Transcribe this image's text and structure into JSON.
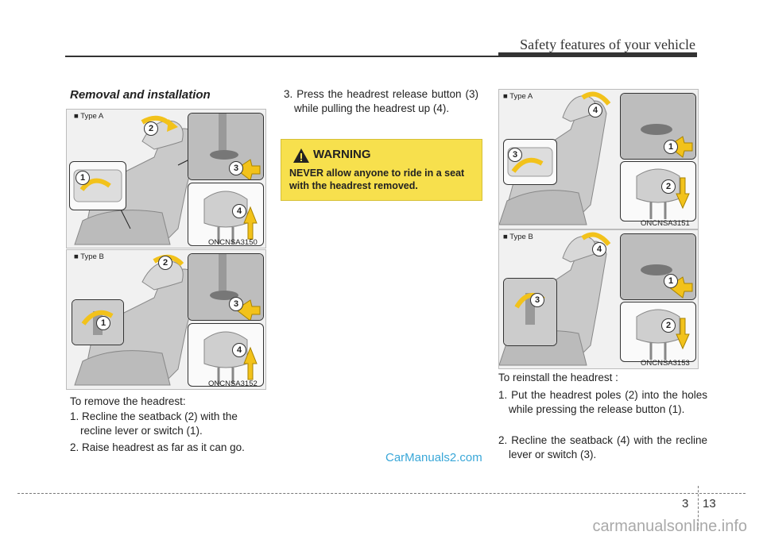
{
  "header": {
    "title": "Safety features of your vehicle"
  },
  "section": {
    "title": "Removal and installation"
  },
  "figures": {
    "fig1": {
      "tag": "■ Type A",
      "code": "ONCNSA3150",
      "labels": [
        "1",
        "2",
        "3",
        "4"
      ]
    },
    "fig2": {
      "tag": "■ Type B",
      "code": "ONCNSA3152",
      "labels": [
        "1",
        "2",
        "3",
        "4"
      ]
    },
    "fig3": {
      "tag": "■ Type A",
      "code": "ONCNSA3151",
      "labels": [
        "1",
        "2",
        "3",
        "4"
      ]
    },
    "fig4": {
      "tag": "■ Type B",
      "code": "ONCNSA3153",
      "labels": [
        "1",
        "2",
        "3",
        "4"
      ]
    }
  },
  "left_column": {
    "intro": "To remove the headrest:",
    "steps": [
      "1. Recline the seatback (2) with the recline lever or switch (1).",
      "2. Raise headrest as far as it can go."
    ]
  },
  "middle_column": {
    "step3": "3. Press the headrest release button (3) while pulling the headrest up (4)."
  },
  "warning": {
    "title": "WARNING",
    "text": "NEVER allow anyone to ride in a seat with the headrest removed."
  },
  "right_column": {
    "intro": "To reinstall the headrest :",
    "steps": [
      "1. Put the headrest poles (2) into the holes while pressing the release button (1).",
      "2. Recline the seatback (4) with the recline lever or switch (3)."
    ]
  },
  "footer": {
    "chapter": "3",
    "page": "13"
  },
  "watermarks": {
    "site": "CarManuals2.com",
    "bottom": "carmanualsonline.info"
  },
  "colors": {
    "warning_bg": "#f7e04d",
    "arrow": "#f2c21b",
    "label": "#333333"
  }
}
